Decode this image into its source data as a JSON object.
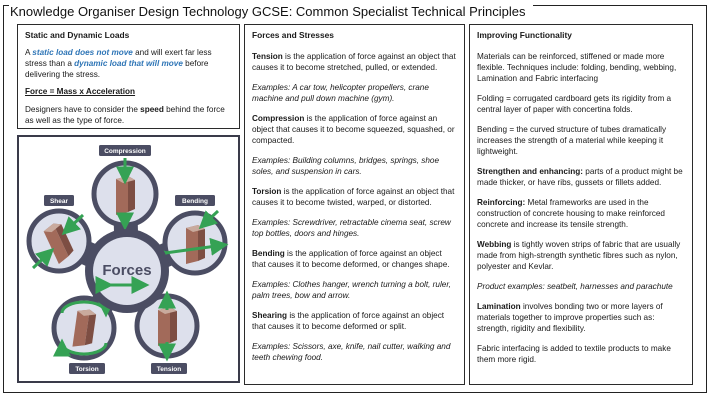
{
  "title": "Knowledge Organiser Design Technology GCSE: Common Specialist Technical Principles",
  "left_box": {
    "heading": "Static and Dynamic Loads",
    "p1": {
      "pre": "A ",
      "blue1": "static load does not move",
      "mid": " and will exert far less stress than a ",
      "blue2": "dynamic load that will move",
      "post": " before delivering the stress."
    },
    "formula": "Force = Mass x Acceleration",
    "p2": {
      "pre": "Designers have to consider the ",
      "bold": "speed",
      "post": " behind the force as well as the type of force."
    }
  },
  "diagram": {
    "center_label": "Forces",
    "nodes": [
      "Compression",
      "Shear",
      "Bending",
      "Torsion",
      "Tension"
    ]
  },
  "middle_box": {
    "heading": "Forces and Stresses",
    "sections": [
      {
        "term": "Tension",
        "definition": " is the application of force against an object that causes it to become stretched, pulled, or extended.",
        "examples": "Examples: A car tow, helicopter propellers, crane machine and pull down machine (gym)."
      },
      {
        "term": "Compression",
        "definition": " is the application of force against an object that causes it to become squeezed, squashed, or compacted.",
        "examples": "Examples: Building columns, bridges, springs, shoe soles, and suspension in cars."
      },
      {
        "term": "Torsion",
        "definition": " is the application of force against an object that causes it to become twisted, warped, or distorted.",
        "examples": "Examples: Screwdriver, retractable cinema seat, screw top bottles, doors and hinges."
      },
      {
        "term": "Bending",
        "definition": " is the application of force against an object that causes it to become deformed, or changes shape.",
        "examples": "Examples: Clothes hanger, wrench turning a bolt, ruler, palm trees, bow and arrow."
      },
      {
        "term": "Shearing",
        "definition": " is the application of force against an object that causes it to become deformed or split.",
        "examples": "Examples: Scissors, axe, knife, nail cutter, walking and teeth chewing food."
      }
    ]
  },
  "right_box": {
    "heading": "Improving Functionality",
    "paragraphs": [
      {
        "lead": "",
        "body": "Materials can be reinforced, stiffened or made more flexible. Techniques include: folding, bending, webbing, Lamination and Fabric interfacing"
      },
      {
        "lead": "",
        "body": "Folding = corrugated cardboard gets its rigidity from a central layer of paper with concertina folds."
      },
      {
        "lead": "",
        "body": "Bending = the curved structure of tubes dramatically increases the strength of a material while keeping it lightweight."
      },
      {
        "lead": "Strengthen and enhancing:",
        "body": " parts of a product might be made thicker, or have ribs, gussets or fillets added."
      },
      {
        "lead": "Reinforcing:",
        "body": " Metal frameworks are used in the construction of concrete housing to make reinforced concrete and increase its tensile strength."
      },
      {
        "lead": "Webbing",
        "body": " is tightly woven strips of fabric that are usually made from high-strength synthetic fibres such as nylon, polyester and Kevlar."
      },
      {
        "lead": "",
        "body": "Product examples: seatbelt, harnesses and parachute"
      },
      {
        "lead": "Lamination",
        "body": " involves bonding two or more layers of materials together to improve properties such as: strength, rigidity and flexibility."
      },
      {
        "lead": "",
        "body": "Fabric interfacing is added to textile products to make them more rigid."
      }
    ]
  },
  "colors": {
    "accent_blue": "#2e75b6",
    "diagram_dark": "#4b4d63",
    "diagram_light": "#dde0ec",
    "arrow_green": "#35a254",
    "block_front": "#a26a5a",
    "block_side": "#7d4e43",
    "block_top": "#c9aa9d"
  }
}
